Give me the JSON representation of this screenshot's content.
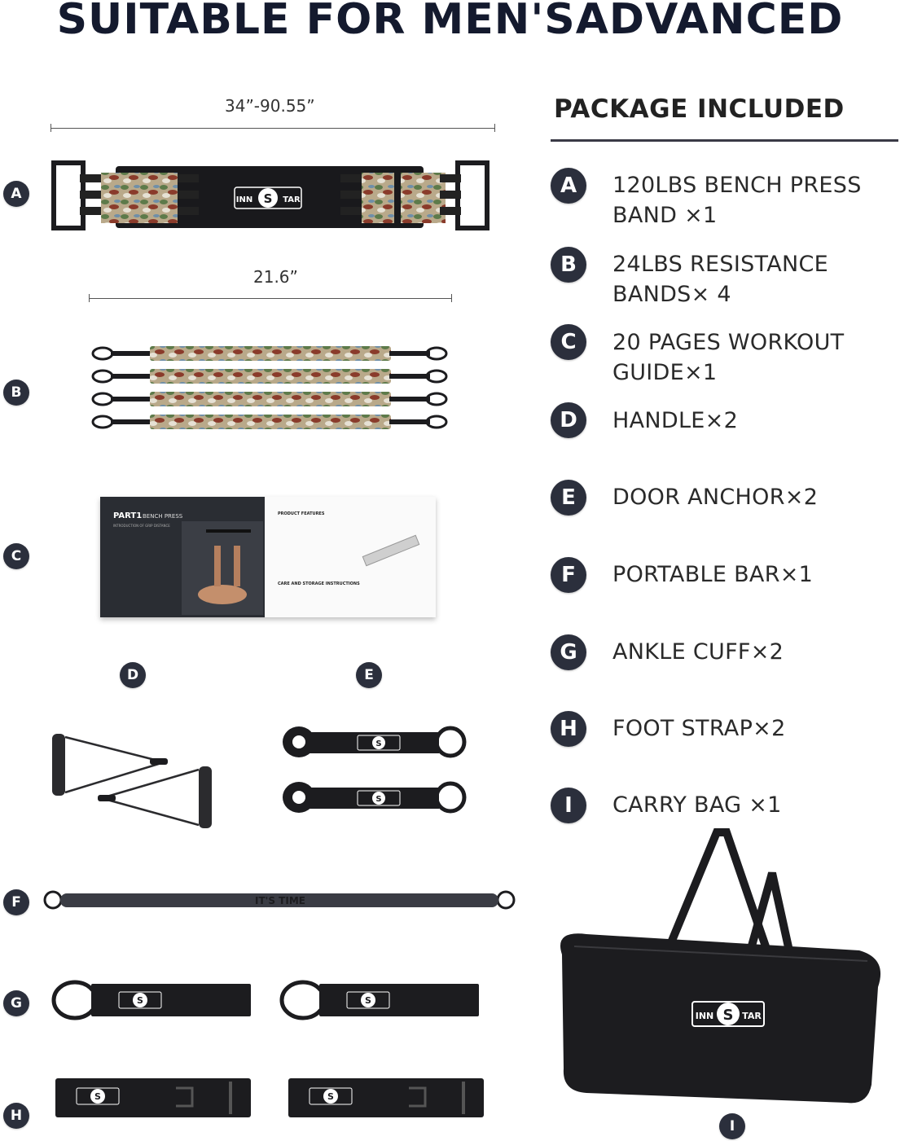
{
  "title": "SUITABLE FOR MEN'SADVANCED",
  "package_title": "PACKAGE INCLUDED",
  "dimensions": {
    "band_a": "34”-90.55”",
    "band_b": "21.6”"
  },
  "brand": "INN STAR",
  "bar_text": "IT'S TIME",
  "items": [
    {
      "letter": "A",
      "text": "120LBS BENCH PRESS BAND ×1"
    },
    {
      "letter": "B",
      "text": "24LBS RESISTANCE BANDS× 4"
    },
    {
      "letter": "C",
      "text": "20 PAGES WORKOUT GUIDE×1"
    },
    {
      "letter": "D",
      "text": "HANDLE×2"
    },
    {
      "letter": "E",
      "text": "DOOR ANCHOR×2"
    },
    {
      "letter": "F",
      "text": "PORTABLE BAR×1"
    },
    {
      "letter": "G",
      "text": "ANKLE CUFF×2"
    },
    {
      "letter": "H",
      "text": "FOOT STRAP×2"
    },
    {
      "letter": "I",
      "text": "CARRY BAG ×1"
    }
  ],
  "guide": {
    "left_title": "PART1",
    "left_subtitle": "BENCH PRESS",
    "left_heading": "INTRODUCTION OF GRIP DISTANCE",
    "right_heading_1": "PRODUCT FEATURES",
    "right_heading_2": "CARE AND STORAGE INSTRUCTIONS"
  },
  "colors": {
    "badge": "#2b2f3c",
    "title": "#141a2e",
    "gear": "#1c1c1f"
  }
}
